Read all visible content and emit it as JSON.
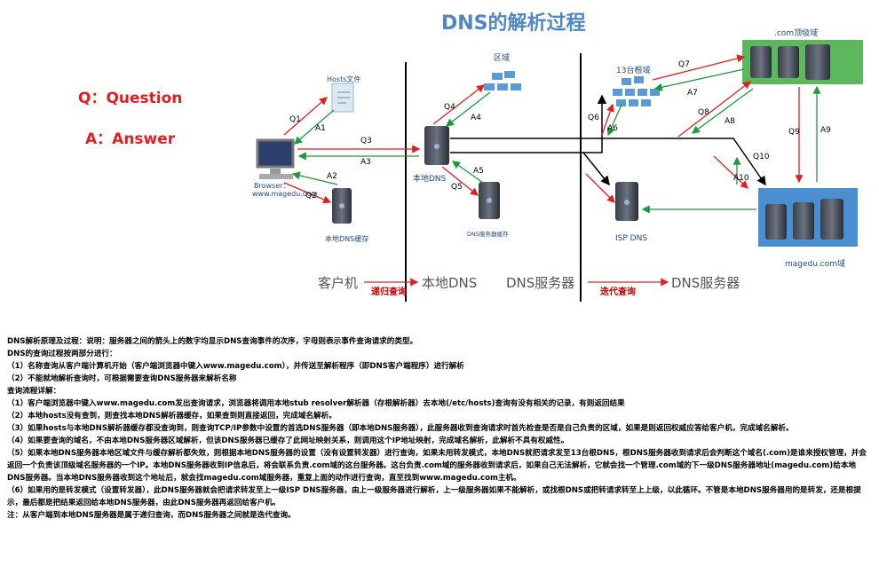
{
  "title": "DNS的解析过程",
  "legend": {
    "q": "Q：Question",
    "a": "A：Answer"
  },
  "nodes": {
    "hosts": "Hosts文件",
    "browser1": "Browser：",
    "browser2": "www.magedu.com",
    "local_cache": "本地DNS缓存",
    "local_dns": "本地DNS",
    "zone": "区域",
    "dns_cache": "DNS服务器缓存",
    "root": "13台根域",
    "isp": "ISP DNS",
    "com": ".com顶级域",
    "magedu": "magedu.com域"
  },
  "arrows": [
    "Q1",
    "A1",
    "Q2",
    "A2",
    "Q3",
    "A3",
    "Q4",
    "A4",
    "Q5",
    "A5",
    "Q6",
    "A6",
    "Q7",
    "A7",
    "Q8",
    "A8",
    "Q9",
    "A9",
    "Q10",
    "A10"
  ],
  "bottom": {
    "client": "客户机",
    "recursive": "递归查询",
    "local_dns": "本地DNS",
    "dns_server1": "DNS服务器",
    "iterative": "迭代查询",
    "dns_server2": "DNS服务器"
  },
  "colors": {
    "red": "#e02020",
    "green": "#1a9a3a",
    "title": "#4f86c6",
    "domain_green": "#5cb85c",
    "domain_blue": "#4a90d0"
  },
  "text": [
    "DNS解析原理及过程：说明：服务器之间的箭头上的数字均显示DNS查询事件的次序，字母则表示事件查询请求的类型。",
    "DNS的查询过程按两部分进行：",
    "（1）名称查询从客户端计算机开始（客户端浏览器中键入www.magedu.com），并传送至解析程序（即DNS客户端程序）进行解析",
    "（2）不能就地解析查询时，可根据需要查询DNS服务器来解析名称",
    "查询流程详解：",
    "（1）客户端浏览器中键入www.magedu.com发出查询请求，浏览器将调用本地stub resolver解析器（存根解析器）去本地(/etc/hosts)查询有没有相关的记录，有则返回结果",
    "（2）本地hosts没有查到，则查找本地DNS解析器缓存，如果查到则直接返回，完成域名解析。",
    "（3）如果hosts与本地DNS解析器缓存都没查询到，则查询TCP/IP参数中设置的首选DNS服务器（即本地DNS服务器），此服务器收到查询请求时首先检查是否是自己负责的区域，如果是则返回权威应答给客户机，完成域名解析。",
    "（4）如果要查询的域名，不由本地DNS服务器区域解析，但该DNS服务器已缓存了此网址映射关系，则调用这个IP地址映射，完成域名解析，此解析不具有权威性。",
    "（5）如果本地DNS服务器本地区域文件与缓存解析都失效，则根据本地DNS服务器的设置（没有设置转发器）进行查询，如果未用转发模式，本地DNS就把请求发至13台根DNS，根DNS服务器收到请求后会判断这个域名(.com)是谁来授权管理，并会返回一个负责该顶级域名服务器的一个IP。本地DNS服务器收到IP信息后，将会联系负责.com域的这台服务器。这台负责.com域的服务器收到请求后，如果自己无法解析，它就会找一个管理.com域的下一级DNS服务器地址(magedu.com)给本地DNS服务器。当本地DNS服务器收到这个地址后，就会找magedu.com域服务器，重复上面的动作进行查询，直至找到www.magedu.com主机。",
    "（6）如果用的是转发模式（设置转发器），此DNS服务器就会把请求转发至上一级ISP DNS服务器，由上一级服务器进行解析，上一级服务器如果不能解析，或找根DNS或把转请求转至上上级，以此循环。不管是本地DNS服务器用的是转发，还是根提示，最后都是把结果返回给本地DNS服务器，由此DNS服务器再返回给客户机。",
    "注：从客户端到本地DNS服务器是属于递归查询，而DNS服务器之间就是迭代查询。"
  ]
}
